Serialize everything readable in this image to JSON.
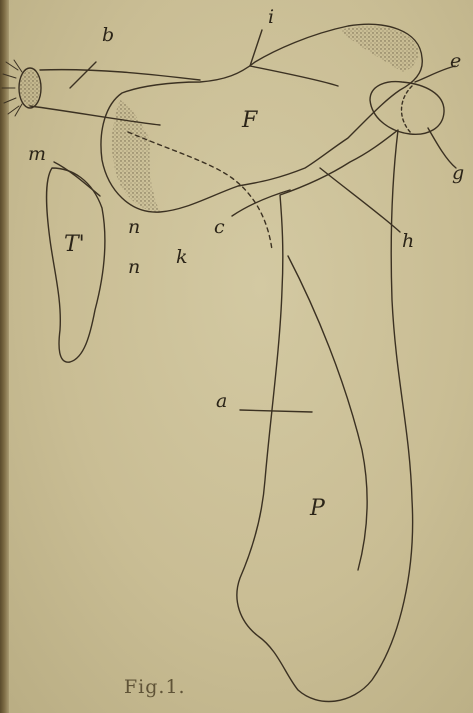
{
  "figure": {
    "caption": "Fig.1.",
    "labels": {
      "b": "b",
      "i": "i",
      "e": "e",
      "F": "F",
      "g": "g",
      "m": "m",
      "T": "T'",
      "n1": "n",
      "n2": "n",
      "k": "k",
      "c": "c",
      "h": "h",
      "a": "a",
      "P": "P"
    },
    "colors": {
      "paper": "#c9bd94",
      "ink": "#3b3122",
      "binding_edge": "#5a4b2c"
    }
  }
}
